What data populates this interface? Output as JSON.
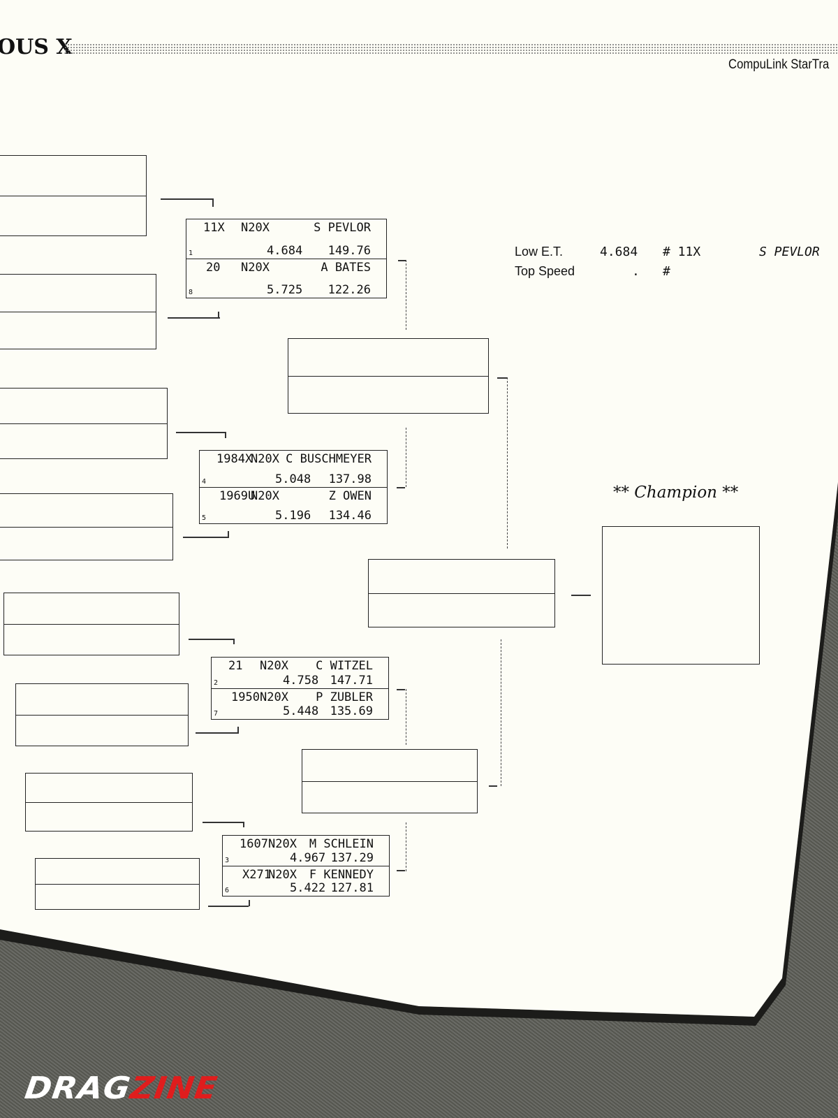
{
  "header": {
    "title": "OUS X",
    "brand": "CompuLink StarTra"
  },
  "stats": {
    "low_et_label": "Low  E.T.",
    "low_et_value": "4.684",
    "low_et_car": "# 11X",
    "low_et_driver": "S PEVLOR",
    "top_speed_label": "Top Speed",
    "top_speed_value": ".",
    "top_speed_car": "#"
  },
  "champion": {
    "label": "** Champion **"
  },
  "matchups": [
    {
      "racers": [
        {
          "car": "11X",
          "class": "N20X",
          "driver": "S PEVLOR",
          "seed": "1",
          "et": "4.684",
          "speed": "149.76"
        },
        {
          "car": "20",
          "class": "N20X",
          "driver": "A BATES",
          "seed": "8",
          "et": "5.725",
          "speed": "122.26"
        }
      ]
    },
    {
      "racers": [
        {
          "car": "1984X",
          "class": "N20X",
          "driver": "C BUSCHMEYER",
          "seed": "4",
          "et": "5.048",
          "speed": "137.98"
        },
        {
          "car": "1969U",
          "class": "N20X",
          "driver": "Z OWEN",
          "seed": "5",
          "et": "5.196",
          "speed": "134.46"
        }
      ]
    },
    {
      "racers": [
        {
          "car": "21",
          "class": "N20X",
          "driver": "C WITZEL",
          "seed": "2",
          "et": "4.758",
          "speed": "147.71"
        },
        {
          "car": "1950",
          "class": "N20X",
          "driver": "P ZUBLER",
          "seed": "7",
          "et": "5.448",
          "speed": "135.69"
        }
      ]
    },
    {
      "racers": [
        {
          "car": "1607",
          "class": "N20X",
          "driver": "M SCHLEIN",
          "seed": "3",
          "et": "4.967",
          "speed": "137.29"
        },
        {
          "car": "X271",
          "class": "N20X",
          "driver": "F KENNEDY",
          "seed": "6",
          "et": "5.422",
          "speed": "127.81"
        }
      ]
    }
  ],
  "watermark": {
    "part1": "DRAG",
    "part2": "ZINE"
  }
}
